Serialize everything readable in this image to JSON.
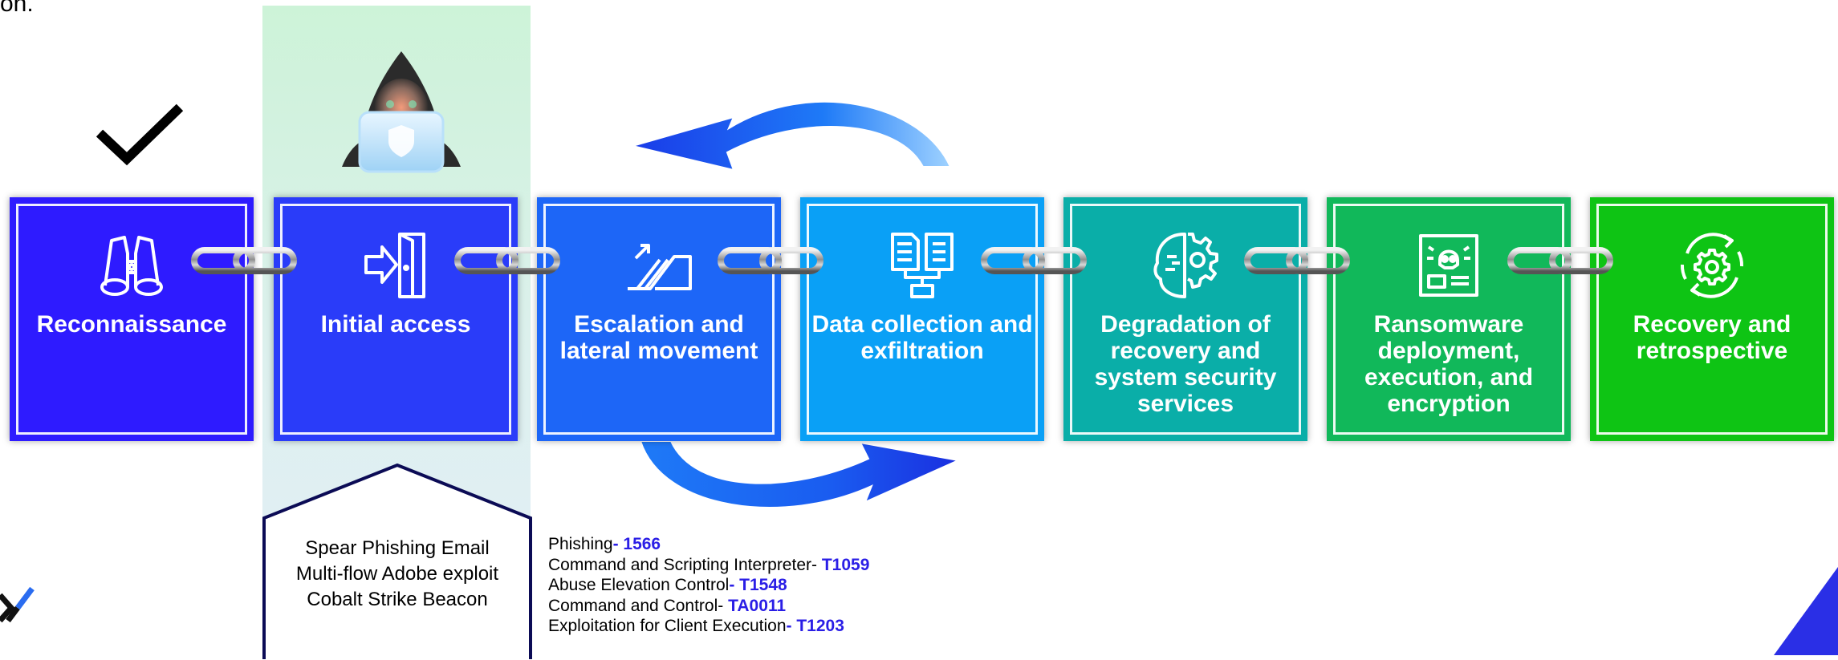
{
  "top_text": "on.",
  "stages": [
    {
      "label": "Reconnaissance",
      "icon": "binoculars-icon",
      "color": "#2e1bff"
    },
    {
      "label": "Initial access",
      "icon": "door-enter-icon",
      "color": "#2a3cf9"
    },
    {
      "label": "Escalation and lateral movement",
      "icon": "escalator-icon",
      "color": "#1d66f7"
    },
    {
      "label": "Data collection and exfiltration",
      "icon": "data-transfer-icon",
      "color": "#0aa0f6"
    },
    {
      "label": "Degradation of recovery and system security services",
      "icon": "brain-gear-icon",
      "color": "#0aaea8"
    },
    {
      "label": "Ransomware deployment, execution, and encryption",
      "icon": "skull-screen-icon",
      "color": "#11b85a"
    },
    {
      "label": "Recovery and retrospective",
      "icon": "gear-cycle-icon",
      "color": "#0ec414"
    }
  ],
  "initial_access_methods": [
    "Spear Phishing Email",
    "Multi-flow Adobe exploit",
    "Cobalt Strike Beacon"
  ],
  "techniques": [
    {
      "name": "Phishing",
      "sep": "- ",
      "id": "1566"
    },
    {
      "name": "Command and Scripting Interpreter",
      "sep": "- ",
      "id": "T1059"
    },
    {
      "name": "Abuse Elevation Control",
      "sep": "- ",
      "id": "T1548"
    },
    {
      "name": "Command and Control",
      "sep": "- ",
      "id": "TA0011"
    },
    {
      "name": "Exploitation for Client Execution",
      "sep": "- ",
      "id": "T1203"
    }
  ],
  "colors": {
    "highlight": "#d4f2de",
    "technique_id": "#2a1ee6",
    "arrow": "#1e6ef7"
  }
}
